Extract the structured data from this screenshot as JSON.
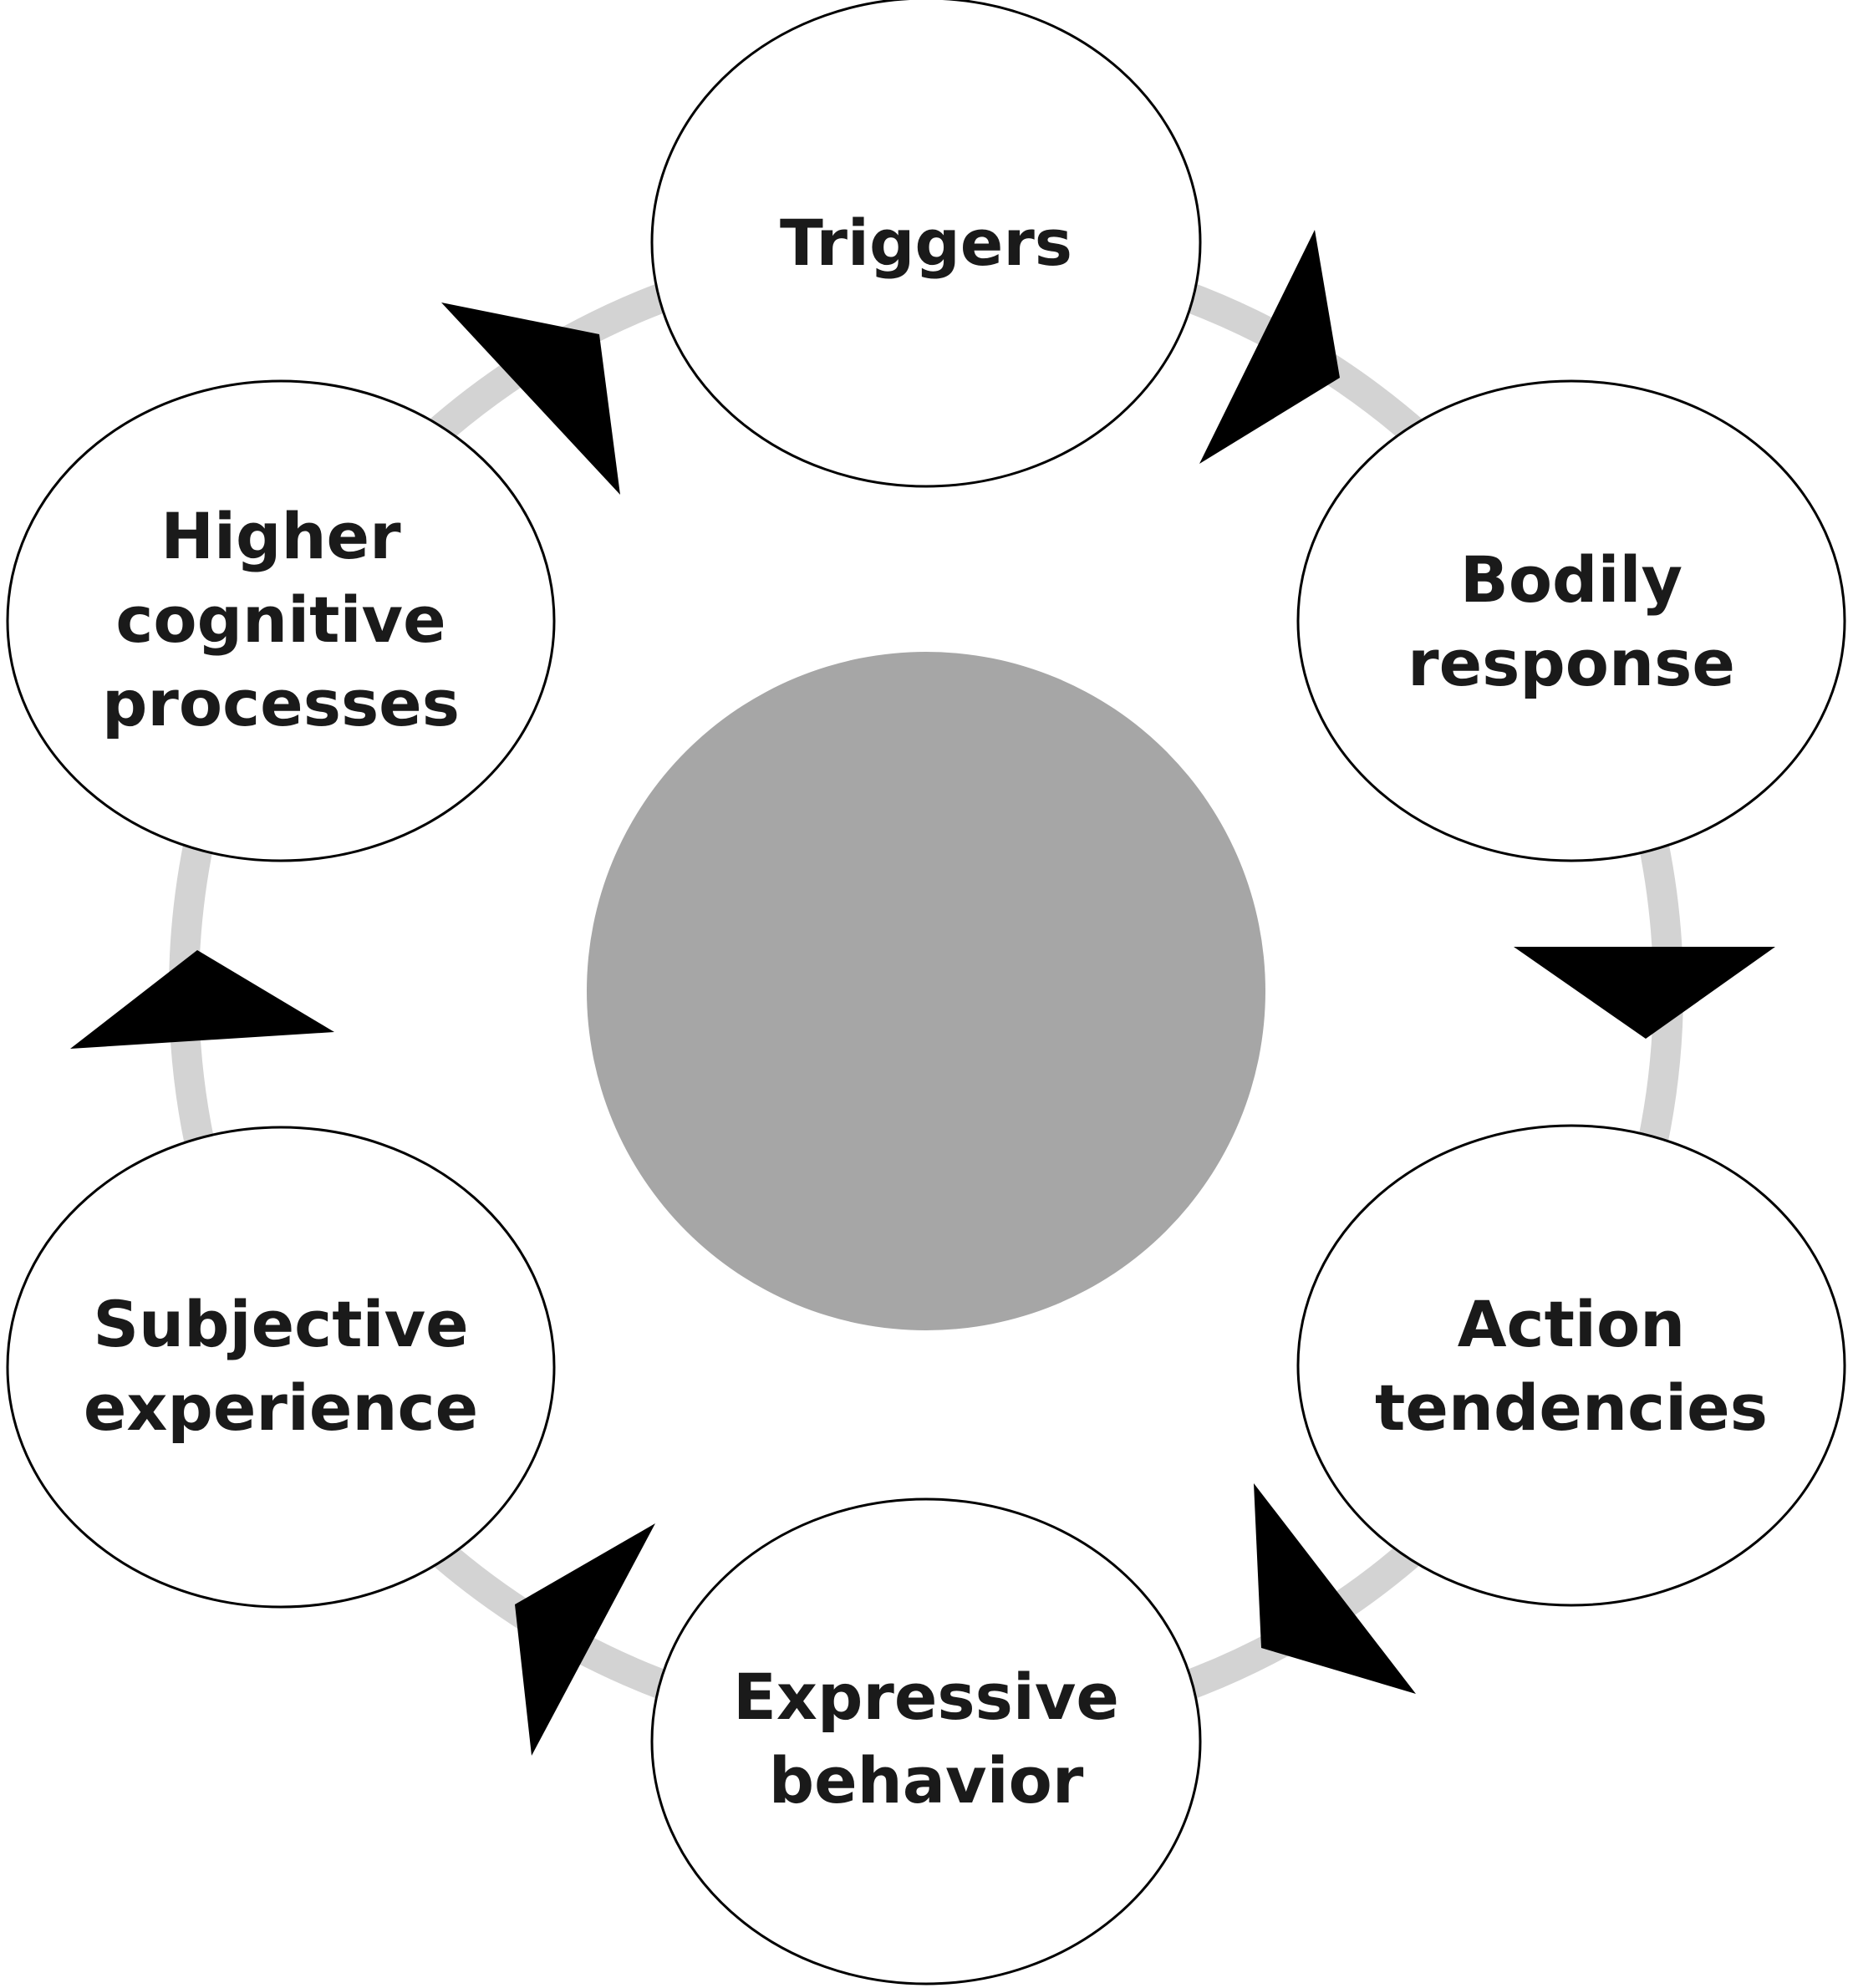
{
  "diagram": {
    "nodes": [
      {
        "id": "triggers",
        "lines": [
          "Triggers"
        ]
      },
      {
        "id": "bodily-response",
        "lines": [
          "Bodily",
          "response"
        ]
      },
      {
        "id": "action-tendencies",
        "lines": [
          "Action",
          "tendencies"
        ]
      },
      {
        "id": "expressive-behavior",
        "lines": [
          "Expressive",
          "behavior"
        ]
      },
      {
        "id": "subjective-experience",
        "lines": [
          "Subjective",
          "experience"
        ]
      },
      {
        "id": "higher-cognitive-processes",
        "lines": [
          "Higher",
          "cognitive",
          "processes"
        ]
      }
    ],
    "edges": [
      {
        "from": "triggers",
        "to": "bodily-response"
      },
      {
        "from": "bodily-response",
        "to": "action-tendencies"
      },
      {
        "from": "action-tendencies",
        "to": "expressive-behavior"
      },
      {
        "from": "expressive-behavior",
        "to": "subjective-experience"
      },
      {
        "from": "subjective-experience",
        "to": "higher-cognitive-processes"
      },
      {
        "from": "higher-cognitive-processes",
        "to": "triggers"
      }
    ],
    "colors": {
      "ring": "#d3d3d3",
      "center": "#a6a6a6",
      "node_fill": "#ffffff",
      "node_stroke": "#000000",
      "arrow": "#000000",
      "text": "#1a1a1a"
    }
  }
}
